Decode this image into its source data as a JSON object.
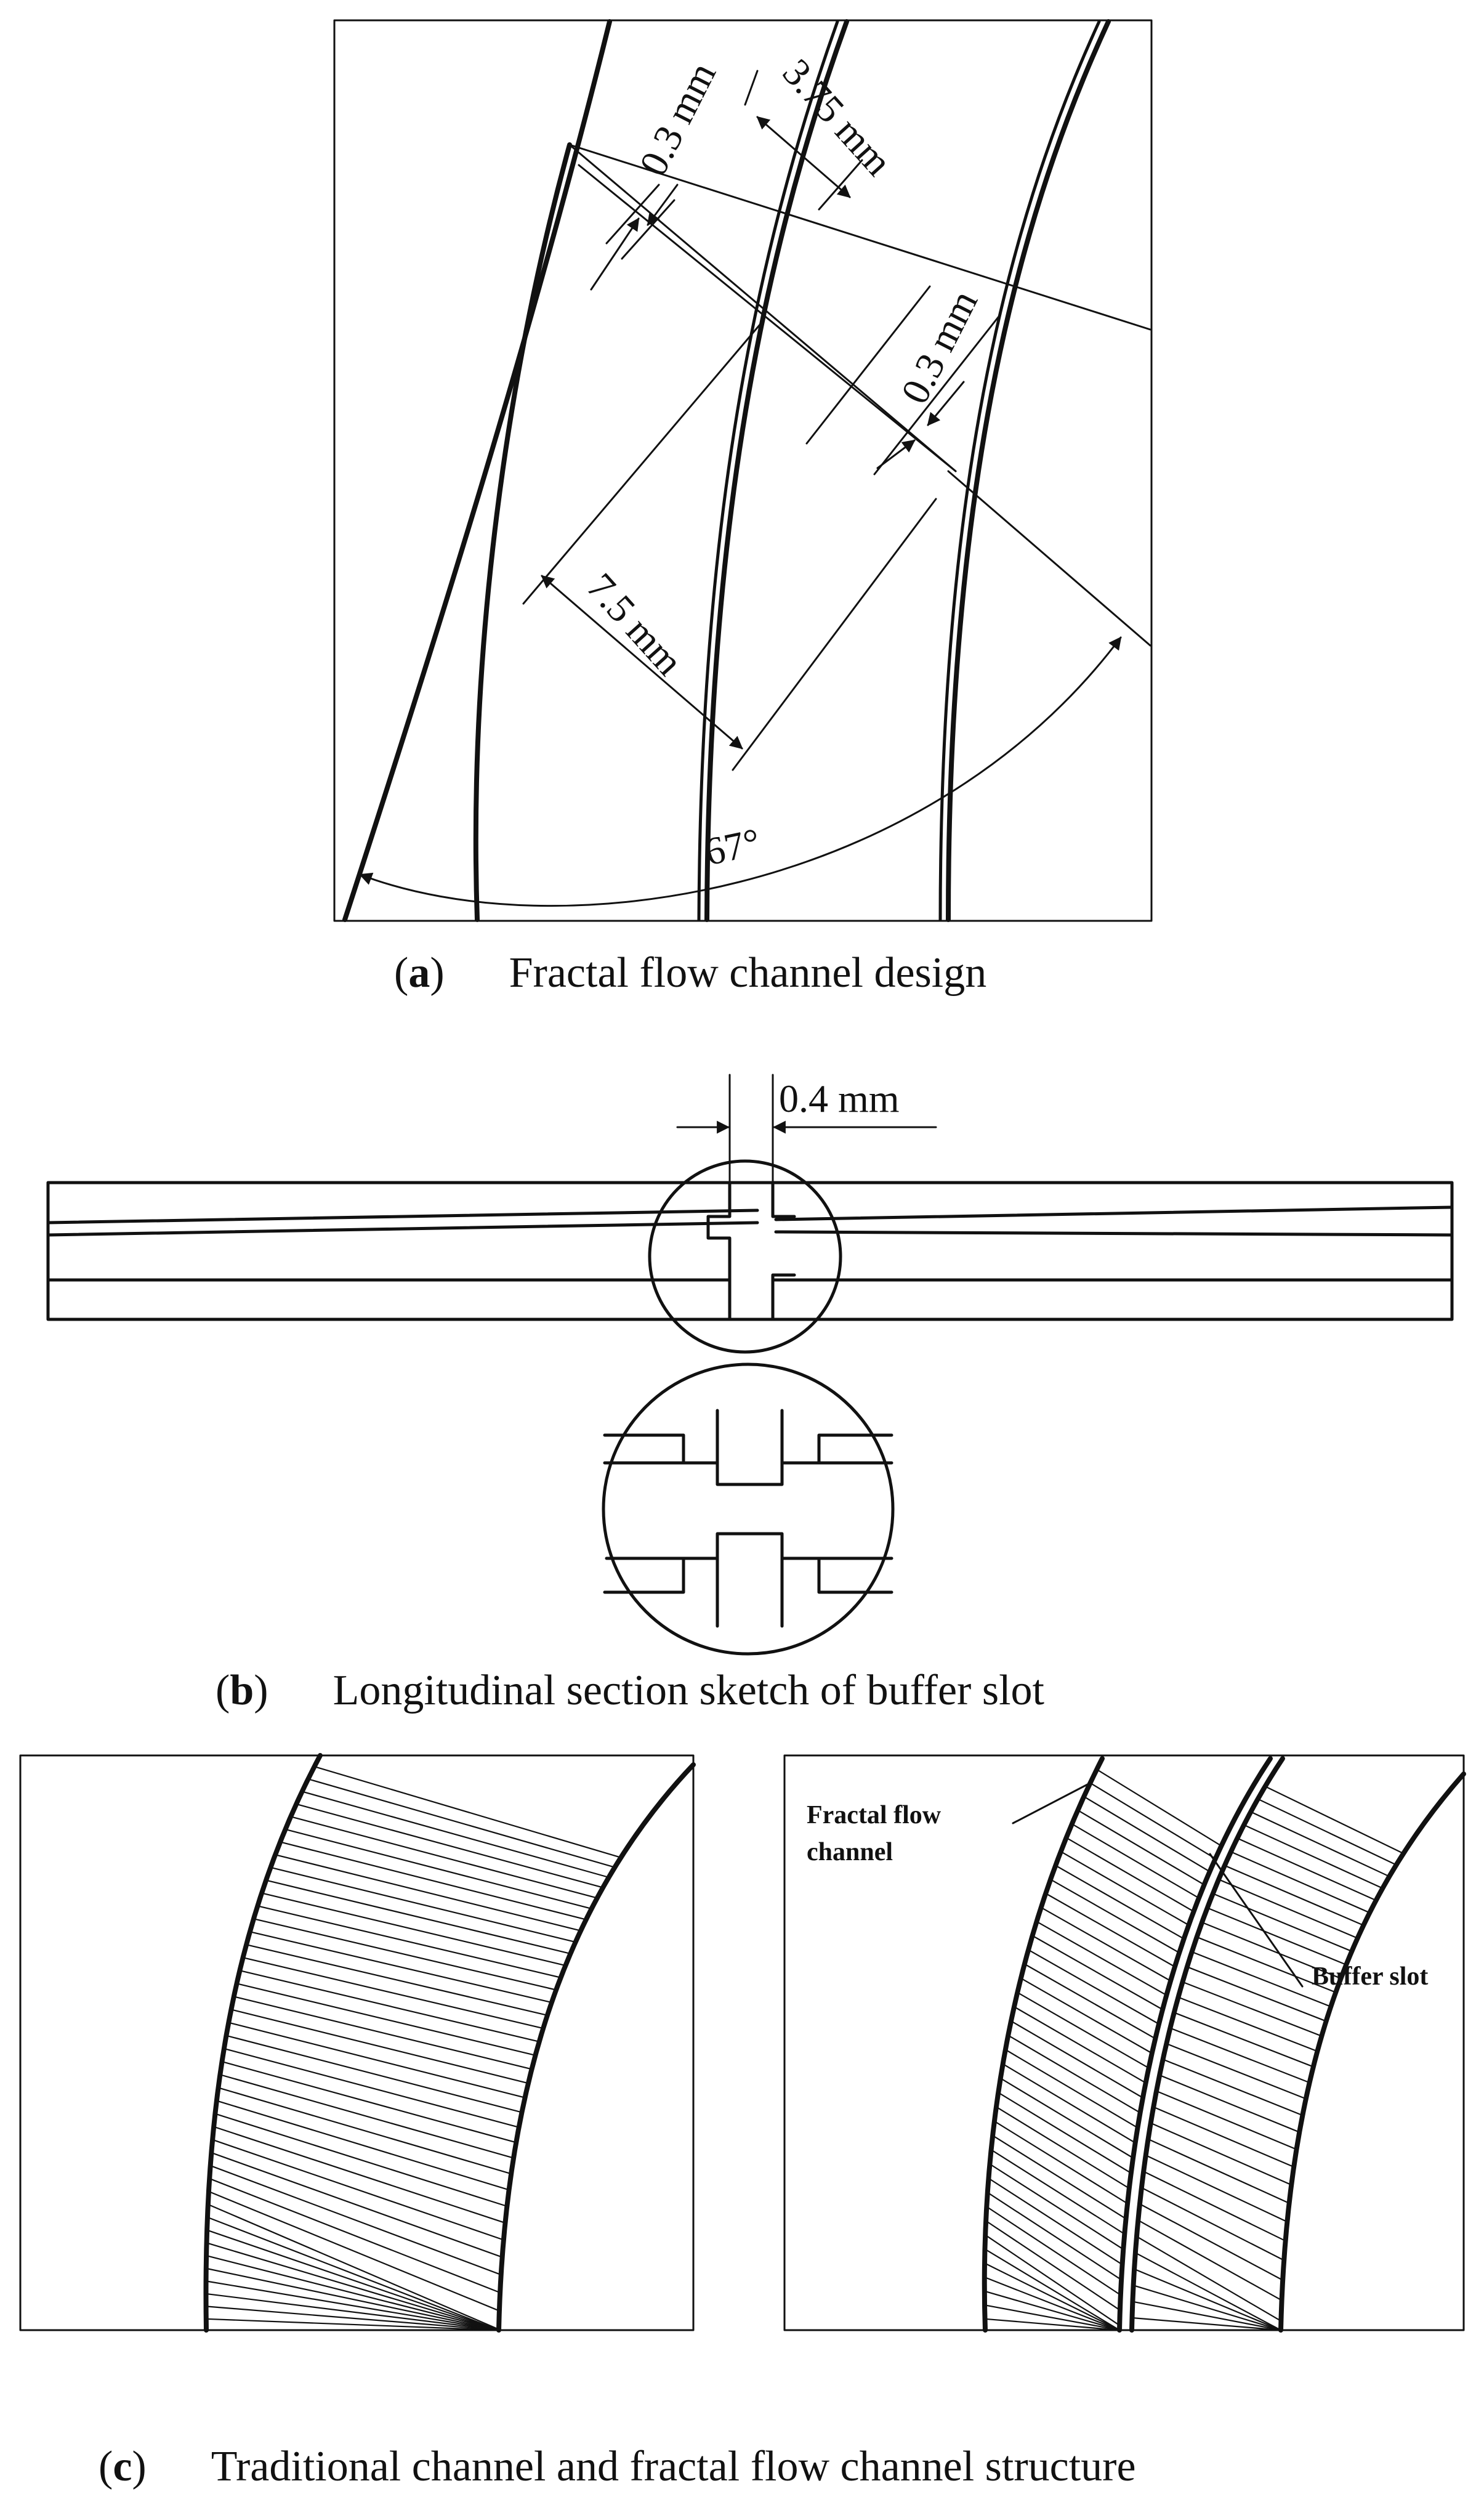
{
  "panel_a": {
    "letter": "a",
    "caption": "Fractal flow channel design",
    "dim_width_1": "0.3 mm",
    "dim_pitch": "3.75 mm",
    "dim_width_2": "0.3 mm",
    "dim_span": "7.5 mm",
    "angle": "67°"
  },
  "panel_b": {
    "letter": "b",
    "caption": "Longitudinal section sketch of buffer slot",
    "slot_width": "0.4 mm"
  },
  "panel_c": {
    "letter": "c",
    "caption": "Traditional channel and fractal flow channel structure",
    "label_fractal": "Fractal flow channel",
    "label_fractal_line1": "Fractal flow",
    "label_fractal_line2": "channel",
    "label_buffer": "Buffer slot"
  }
}
